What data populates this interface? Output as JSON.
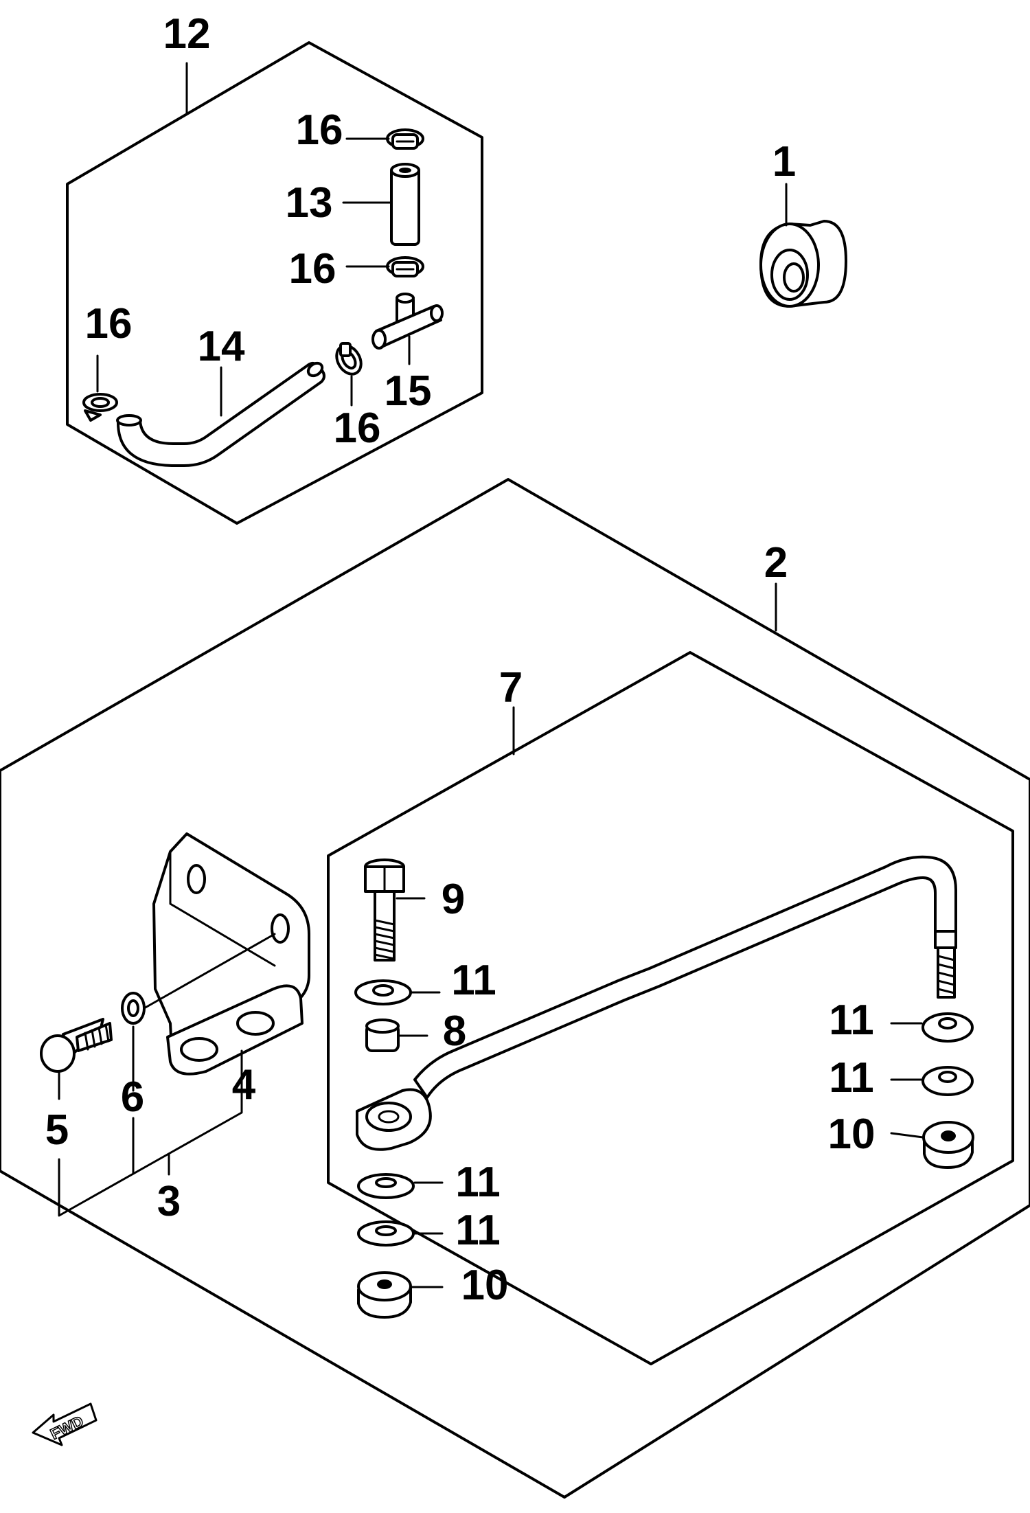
{
  "callouts": {
    "c1": "1",
    "c2": "2",
    "c3": "3",
    "c4": "4",
    "c5": "5",
    "c6": "6",
    "c7": "7",
    "c8": "8",
    "c9": "9",
    "c10a": "10",
    "c10b": "10",
    "c11a": "11",
    "c11b": "11",
    "c11c": "11",
    "c11d": "11",
    "c11e": "11",
    "c12": "12",
    "c13": "13",
    "c14": "14",
    "c15": "15",
    "c16a": "16",
    "c16b": "16",
    "c16c": "16",
    "c16d": "16"
  },
  "direction": {
    "label": "FWD"
  }
}
